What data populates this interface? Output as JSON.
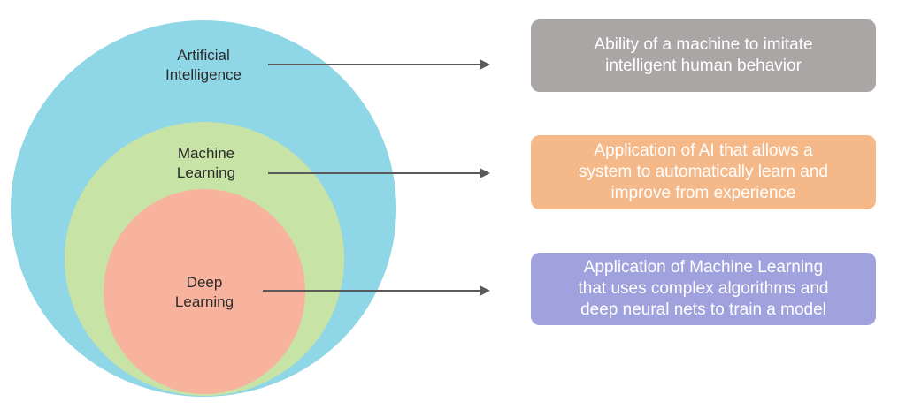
{
  "colors": {
    "ai_circle": "#8fd6e6",
    "ml_circle": "#c8e3a6",
    "dl_circle": "#f7b39d",
    "ai_box": "#a9a6a5",
    "ml_box": "#f5b989",
    "dl_box": "#9fa2dc",
    "arrow": "#5a5a5a"
  },
  "layers": [
    {
      "id": "ai",
      "label_lines": [
        "Artificial",
        "Intelligence"
      ],
      "definition_lines": [
        "Ability of a machine to imitate",
        "intelligent human behavior"
      ]
    },
    {
      "id": "ml",
      "label_lines": [
        "Machine",
        "Learning"
      ],
      "definition_lines": [
        "Application of AI that allows a",
        "system to automatically learn and",
        "improve from experience"
      ]
    },
    {
      "id": "dl",
      "label_lines": [
        "Deep",
        "Learning"
      ],
      "definition_lines": [
        "Application of Machine Learning",
        "that uses complex algorithms and",
        "deep neural nets to train a model"
      ]
    }
  ]
}
